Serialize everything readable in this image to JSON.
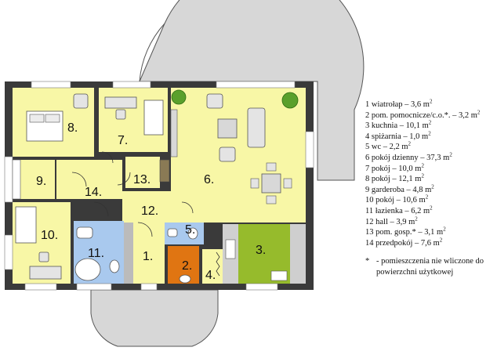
{
  "rooms": [
    {
      "num": "1.",
      "name": "wiatrołap",
      "area": "3,6"
    },
    {
      "num": "2.",
      "name": "pom. pomocnicze/c.o.*.",
      "area": "3,2"
    },
    {
      "num": "3.",
      "name": "kuchnia",
      "area": "10,1"
    },
    {
      "num": "4.",
      "name": "spiżarnia",
      "area": "1,0"
    },
    {
      "num": "5.",
      "name": "wc",
      "area": "2,2"
    },
    {
      "num": "6.",
      "name": "pokój dzienny",
      "area": "37,3"
    },
    {
      "num": "7.",
      "name": "pokój",
      "area": "10,0"
    },
    {
      "num": "8.",
      "name": "pokój",
      "area": "12,1"
    },
    {
      "num": "9.",
      "name": "garderoba",
      "area": "4,8"
    },
    {
      "num": "10.",
      "name": "pokój",
      "area": "10,6"
    },
    {
      "num": "11.",
      "name": "łazienka",
      "area": "6,2"
    },
    {
      "num": "12.",
      "name": "hall",
      "area": "3,9"
    },
    {
      "num": "13.",
      "name": "pom. gosp.*",
      "area": "3,1"
    },
    {
      "num": "14.",
      "name": "przedpokój",
      "area": "7,6"
    }
  ],
  "legend_unit": "m",
  "legend_unit_sup": "2",
  "legend_dash": "–",
  "note": {
    "star": "*",
    "dash": "-",
    "text": "pomieszczenia nie wliczone do powierzchni użytkowej"
  },
  "colors": {
    "wall": "#3a3a3a",
    "living": "#f8f7a6",
    "bath": "#a9c9ee",
    "kitchen": "#96bb2c",
    "utility": "#e07512",
    "terrace": "#d7d7d7",
    "corridor_window": "#ffffff"
  }
}
